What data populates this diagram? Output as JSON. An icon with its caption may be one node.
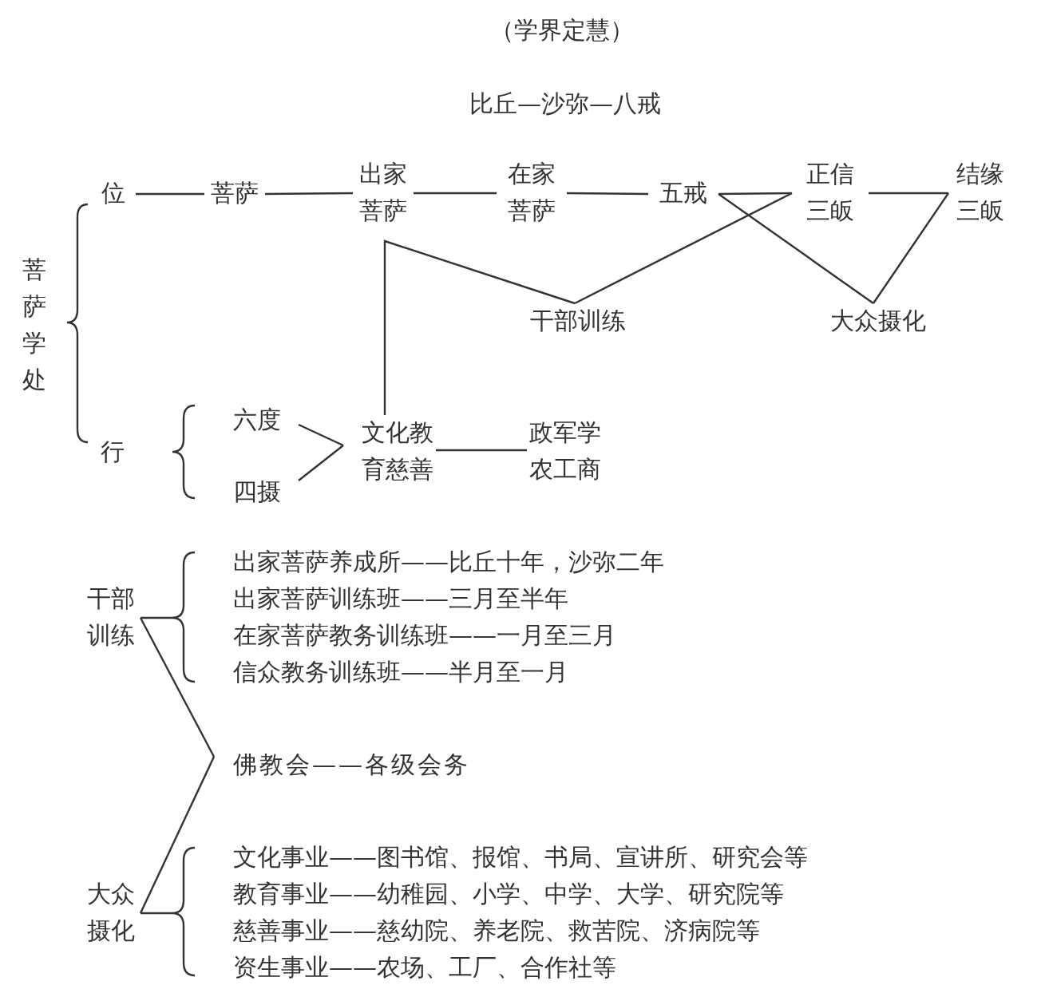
{
  "diagram": {
    "title": "（学界定慧）",
    "nodes": [
      {
        "text": [
          "位"
        ]
      },
      {
        "text": [
          "菩萨"
        ]
      },
      {
        "text": [
          "出家菩萨"
        ]
      },
      {
        "text": [
          "在家菩萨"
        ]
      },
      {
        "text": [
          "五戒"
        ]
      },
      {
        "text": [
          "正信三皈"
        ]
      },
      {
        "text": [
          "结缘三皈"
        ]
      },
      {
        "text": [
          "干部训练"
        ]
      },
      {
        "text": [
          "大众摄化"
        ]
      },
      {
        "text": [
          "六度"
        ]
      },
      {
        "text": [
          "文化教育慈善"
        ]
      },
      {
        "text": [
          "政军学农工商"
        ]
      },
      {
        "text": [
          "四摄"
        ]
      },
      {
        "text": [
          "干部训练"
        ]
      },
      {
        "text": [
          "佛教会——各级会务"
        ]
      },
      {
        "text": [
          "大众摄化"
        ]
      }
    ],
    "edges": [
      {
        "from": 0,
        "to": 1,
        "arrow": "none"
      },
      {
        "from": 1,
        "to": 2,
        "arrow": "none"
      },
      {
        "from": 2,
        "to": 3,
        "arrow": "none"
      },
      {
        "from": 3,
        "to": 4,
        "arrow": "none"
      },
      {
        "from": 4,
        "to": 5,
        "arrow": "none"
      },
      {
        "from": 4,
        "to": 8,
        "arrow": "none"
      },
      {
        "from": 5,
        "to": 7,
        "arrow": "none"
      },
      {
        "from": 5,
        "to": 6,
        "arrow": "none"
      },
      {
        "from": 8,
        "to": 6,
        "arrow": "none"
      },
      {
        "from": 7,
        "to": 10,
        "arrow": "none"
      },
      {
        "from": 9,
        "to": 10,
        "arrow": "none"
      },
      {
        "from": 12,
        "to": 10,
        "arrow": "none"
      },
      {
        "from": 10,
        "to": 11,
        "arrow": "none"
      },
      {
        "from": 13,
        "to": 14,
        "arrow": "none"
      },
      {
        "from": 15,
        "to": 14,
        "arrow": "none"
      }
    ],
    "labels": [
      "比丘—沙弥—八戒",
      "菩萨学处",
      "行",
      "出家菩萨养成所——比丘十年，沙弥二年",
      "出家菩萨训练班——三月至半年",
      "在家菩萨教务训练班——一月至三月",
      "信众教务训练班——半月至一月",
      "文化事业——图书馆、报馆、书局、宣讲所、研究会等",
      "教育事业——幼稚园、小学、中学、大学、研究院等",
      "慈善事业——慈幼院、养老院、救苦院、济病院等",
      "资生事业——农场、工厂、合作社等"
    ]
  }
}
